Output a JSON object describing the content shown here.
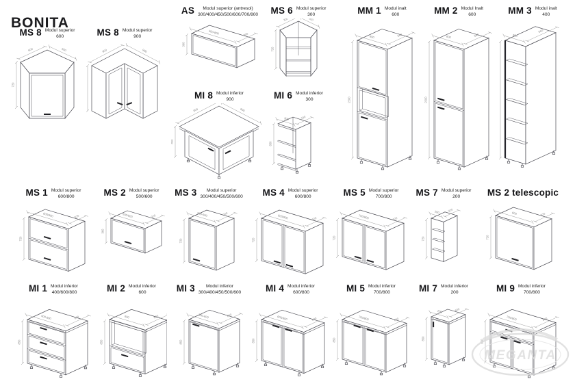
{
  "title": "BONITA",
  "watermark": {
    "text": "MEGANTA"
  },
  "modules": [
    {
      "id": "ms8-600",
      "code": "MS 8",
      "desc": "Modul superior",
      "size": "600",
      "dims": {
        "w": "600",
        "d": "600",
        "h": "720"
      }
    },
    {
      "id": "ms8-900",
      "code": "MS 8",
      "desc": "Modul superior",
      "size": "900",
      "dims": {
        "w": "900",
        "d": "900",
        "h": "720"
      }
    },
    {
      "id": "as",
      "code": "AS",
      "desc": "Modul superior (antresol)",
      "size": "300/400/450/500/600/700/800",
      "dims": {
        "w": "300-800",
        "d": "300",
        "h": "360"
      }
    },
    {
      "id": "ms6",
      "code": "MS 6",
      "desc": "Modul superior",
      "size": "300",
      "dims": {
        "w": "300",
        "d": "300",
        "h": "720"
      }
    },
    {
      "id": "mm1",
      "code": "MM 1",
      "desc": "Modul inalt",
      "size": "600",
      "dims": {
        "w": "600",
        "d": "560",
        "h": "2200"
      }
    },
    {
      "id": "mm2",
      "code": "MM 2",
      "desc": "Modul Inalt",
      "size": "600",
      "dims": {
        "w": "600",
        "d": "560",
        "h": "2200"
      }
    },
    {
      "id": "mm3",
      "code": "MM 3",
      "desc": "Modul inalt",
      "size": "400",
      "dims": {
        "w": "400",
        "d": "560",
        "h": "2200"
      }
    },
    {
      "id": "mi8",
      "code": "MI 8",
      "desc": "Modul inferior",
      "size": "900",
      "dims": {
        "w": "900",
        "d": "900",
        "h": "850"
      }
    },
    {
      "id": "mi6",
      "code": "MI 6",
      "desc": "Modul inferior",
      "size": "300",
      "dims": {
        "w": "300",
        "d": "500",
        "h": "850"
      }
    },
    {
      "id": "ms1",
      "code": "MS 1",
      "desc": "Modul superior",
      "size": "600/800",
      "dims": {
        "w": "600/800",
        "d": "320",
        "h": "720"
      }
    },
    {
      "id": "ms2",
      "code": "MS 2",
      "desc": "Modul superior",
      "size": "500/600",
      "dims": {
        "w": "500/600",
        "d": "320",
        "h": "360"
      }
    },
    {
      "id": "ms3",
      "code": "MS 3",
      "desc": "Modul superior",
      "size": "300/400/450/500/600",
      "dims": {
        "w": "300-600",
        "d": "320",
        "h": "720"
      }
    },
    {
      "id": "ms4",
      "code": "MS 4",
      "desc": "Modul superior",
      "size": "600/800",
      "dims": {
        "w": "600/800",
        "d": "320",
        "h": "720"
      }
    },
    {
      "id": "ms5",
      "code": "MS 5",
      "desc": "Modul superior",
      "size": "700/800",
      "dims": {
        "w": "700/800",
        "d": "320",
        "h": "720"
      }
    },
    {
      "id": "ms7",
      "code": "MS 7",
      "desc": "Modul superior",
      "size": "200",
      "dims": {
        "w": "200",
        "d": "320",
        "h": "720"
      }
    },
    {
      "id": "ms2t",
      "code": "MS 2 telescopic",
      "desc": "",
      "size": "",
      "dims": {
        "w": "600",
        "d": "320",
        "h": "720"
      }
    },
    {
      "id": "mi1",
      "code": "MI 1",
      "desc": "Modul inferior",
      "size": "400/600/800",
      "dims": {
        "w": "400-800",
        "d": "600",
        "h": "850"
      }
    },
    {
      "id": "mi2",
      "code": "MI 2",
      "desc": "Modul inferior",
      "size": "600",
      "dims": {
        "w": "600",
        "d": "600",
        "h": "850"
      }
    },
    {
      "id": "mi3",
      "code": "MI 3",
      "desc": "Modul inferior",
      "size": "300/400/450/500/600",
      "dims": {
        "w": "300-600",
        "d": "600",
        "h": "850"
      }
    },
    {
      "id": "mi4",
      "code": "MI 4",
      "desc": "Modul inferior",
      "size": "600/800",
      "dims": {
        "w": "600/800",
        "d": "600",
        "h": "850"
      }
    },
    {
      "id": "mi5",
      "code": "MI 5",
      "desc": "Modul inferior",
      "size": "700/800",
      "dims": {
        "w": "700/800",
        "d": "600",
        "h": "850"
      }
    },
    {
      "id": "mi7",
      "code": "MI 7",
      "desc": "Modul inferior",
      "size": "200",
      "dims": {
        "w": "200",
        "d": "600",
        "h": "850"
      }
    },
    {
      "id": "mi9",
      "code": "MI 9",
      "desc": "Modul inferior",
      "size": "700/800",
      "dims": {
        "w": "700/800",
        "d": "600",
        "h": "850"
      }
    }
  ]
}
